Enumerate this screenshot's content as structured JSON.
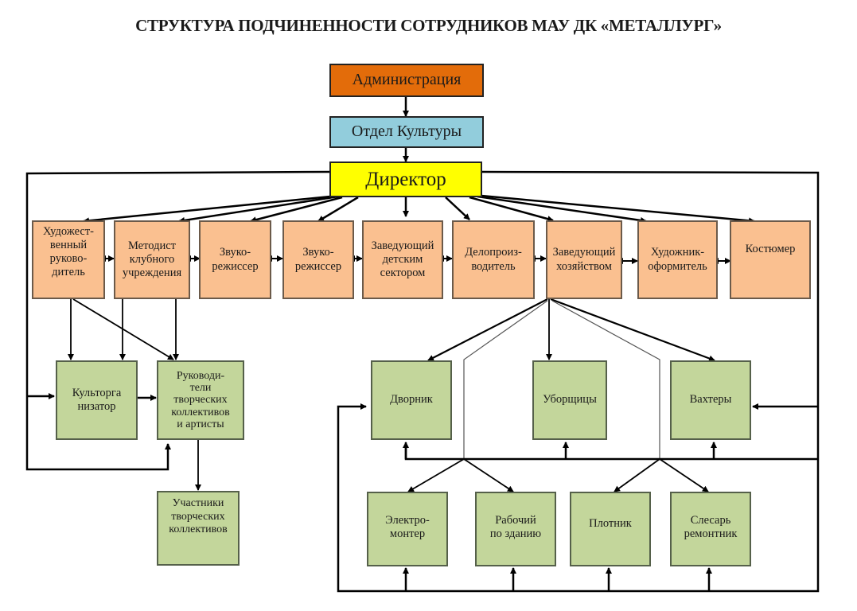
{
  "title": "СТРУКТУРА ПОДЧИНЕННОСТИ СОТРУДНИКОВ МАУ ДК «МЕТАЛЛУРГ»",
  "colors": {
    "administration": "#e36c0a",
    "culture_dept": "#92cddc",
    "director": "#ffff00",
    "staff": "#fac090",
    "subordinates": "#c3d69b",
    "lines": "#000000"
  },
  "top": {
    "administration": "Администрация",
    "culture_dept": "Отдел Культуры",
    "director": "Директор"
  },
  "staff": [
    {
      "id": "art_director",
      "label": "Художест-\nвенный\nруково-\nдитель"
    },
    {
      "id": "methodist",
      "label": "Методист\nклубного\nучреждения"
    },
    {
      "id": "sound1",
      "label": "Звуко-\nрежиссер"
    },
    {
      "id": "sound2",
      "label": "Звуко-\nрежиссер"
    },
    {
      "id": "kids_head",
      "label": "Заведующий\nдетским\nсектором"
    },
    {
      "id": "clerk",
      "label": "Делопроиз-\nводитель"
    },
    {
      "id": "facilities_head",
      "label": "Заведующий\nхозяйством"
    },
    {
      "id": "designer",
      "label": "Художник-\nоформитель"
    },
    {
      "id": "costumer",
      "label": "Костюмер"
    }
  ],
  "culture_branch": {
    "organizer": "Культорга\nнизатор",
    "leaders": "Руководи-\nтели\nтворческих\nколлективов\nи артисты",
    "participants": "Участники\nтворческих\nколлективов"
  },
  "facilities_branch": {
    "row1": [
      {
        "id": "janitor",
        "label": "Дворник"
      },
      {
        "id": "cleaners",
        "label": "Уборщицы"
      },
      {
        "id": "guards",
        "label": "Вахтеры"
      }
    ],
    "row2": [
      {
        "id": "electrician",
        "label": "Электро-\nмонтер"
      },
      {
        "id": "worker",
        "label": "Рабочий\nпо зданию"
      },
      {
        "id": "carpenter",
        "label": "Плотник"
      },
      {
        "id": "locksmith",
        "label": "Слесарь\nремонтник"
      }
    ]
  }
}
